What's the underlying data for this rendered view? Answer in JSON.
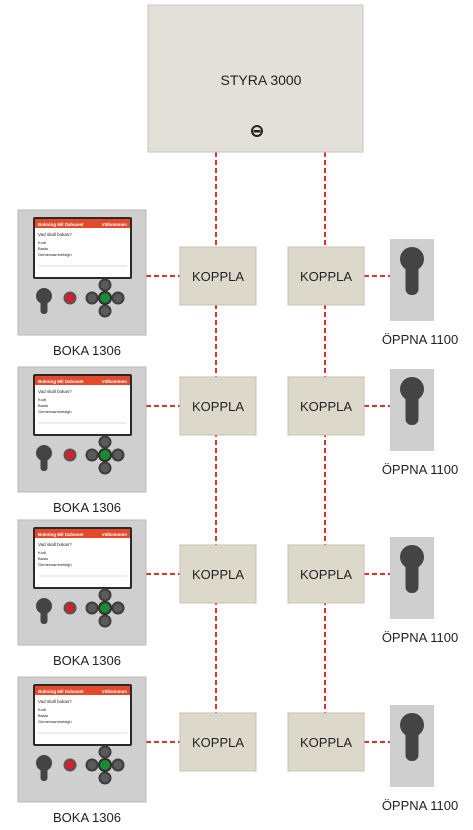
{
  "controller": {
    "label": "STYRA 3000"
  },
  "booking_panels": [
    {
      "label": "BOKA 1306",
      "screen": {
        "header_left": "Bokning Mil Dalvanet",
        "header_right": "Välkommen",
        "question": "Vad skall bokas?",
        "options": [
          "Kodl",
          "Bastu",
          "Gemensamhetslgh"
        ]
      }
    },
    {
      "label": "BOKA 1306",
      "screen": {
        "header_left": "Bokning Mil Dalvanet",
        "header_right": "Välkommen",
        "question": "Vad skall bokas?",
        "options": [
          "Kodl",
          "Bastu",
          "Gemensamhetslgh"
        ]
      }
    },
    {
      "label": "BOKA 1306",
      "screen": {
        "header_left": "Bokning Mil Dalvanet",
        "header_right": "Välkommen",
        "question": "Vad skall bokas?",
        "options": [
          "Kodl",
          "Bastu",
          "Gemensamhetslgh"
        ]
      }
    },
    {
      "label": "BOKA 1306",
      "screen": {
        "header_left": "Bokning Mil Dalvanet",
        "header_right": "Välkommen",
        "question": "Vad skall bokas?",
        "options": [
          "Kodl",
          "Bastu",
          "Gemensamhetslgh"
        ]
      }
    }
  ],
  "couplers_left": [
    "KOPPLA",
    "KOPPLA",
    "KOPPLA",
    "KOPPLA"
  ],
  "couplers_right": [
    "KOPPLA",
    "KOPPLA",
    "KOPPLA",
    "KOPPLA"
  ],
  "openers": [
    "ÖPPNA 1100",
    "ÖPPNA 1100",
    "ÖPPNA 1100",
    "ÖPPNA 1100"
  ],
  "colors": {
    "controller_fill": "#e3e0da",
    "controller_border": "#c9c5be",
    "coupler_fill": "#dcd9cb",
    "coupler_border": "#c6c2b2",
    "connector_line": "#e0312a",
    "panel_fill": "#cfcfcf",
    "panel_border": "#b9b9b9",
    "screen_header": "#e3492b",
    "lock_plate": "#cfcfcf",
    "cylinder": "#444444",
    "center_button": "#1a8a34",
    "red_button": "#d4202a"
  }
}
